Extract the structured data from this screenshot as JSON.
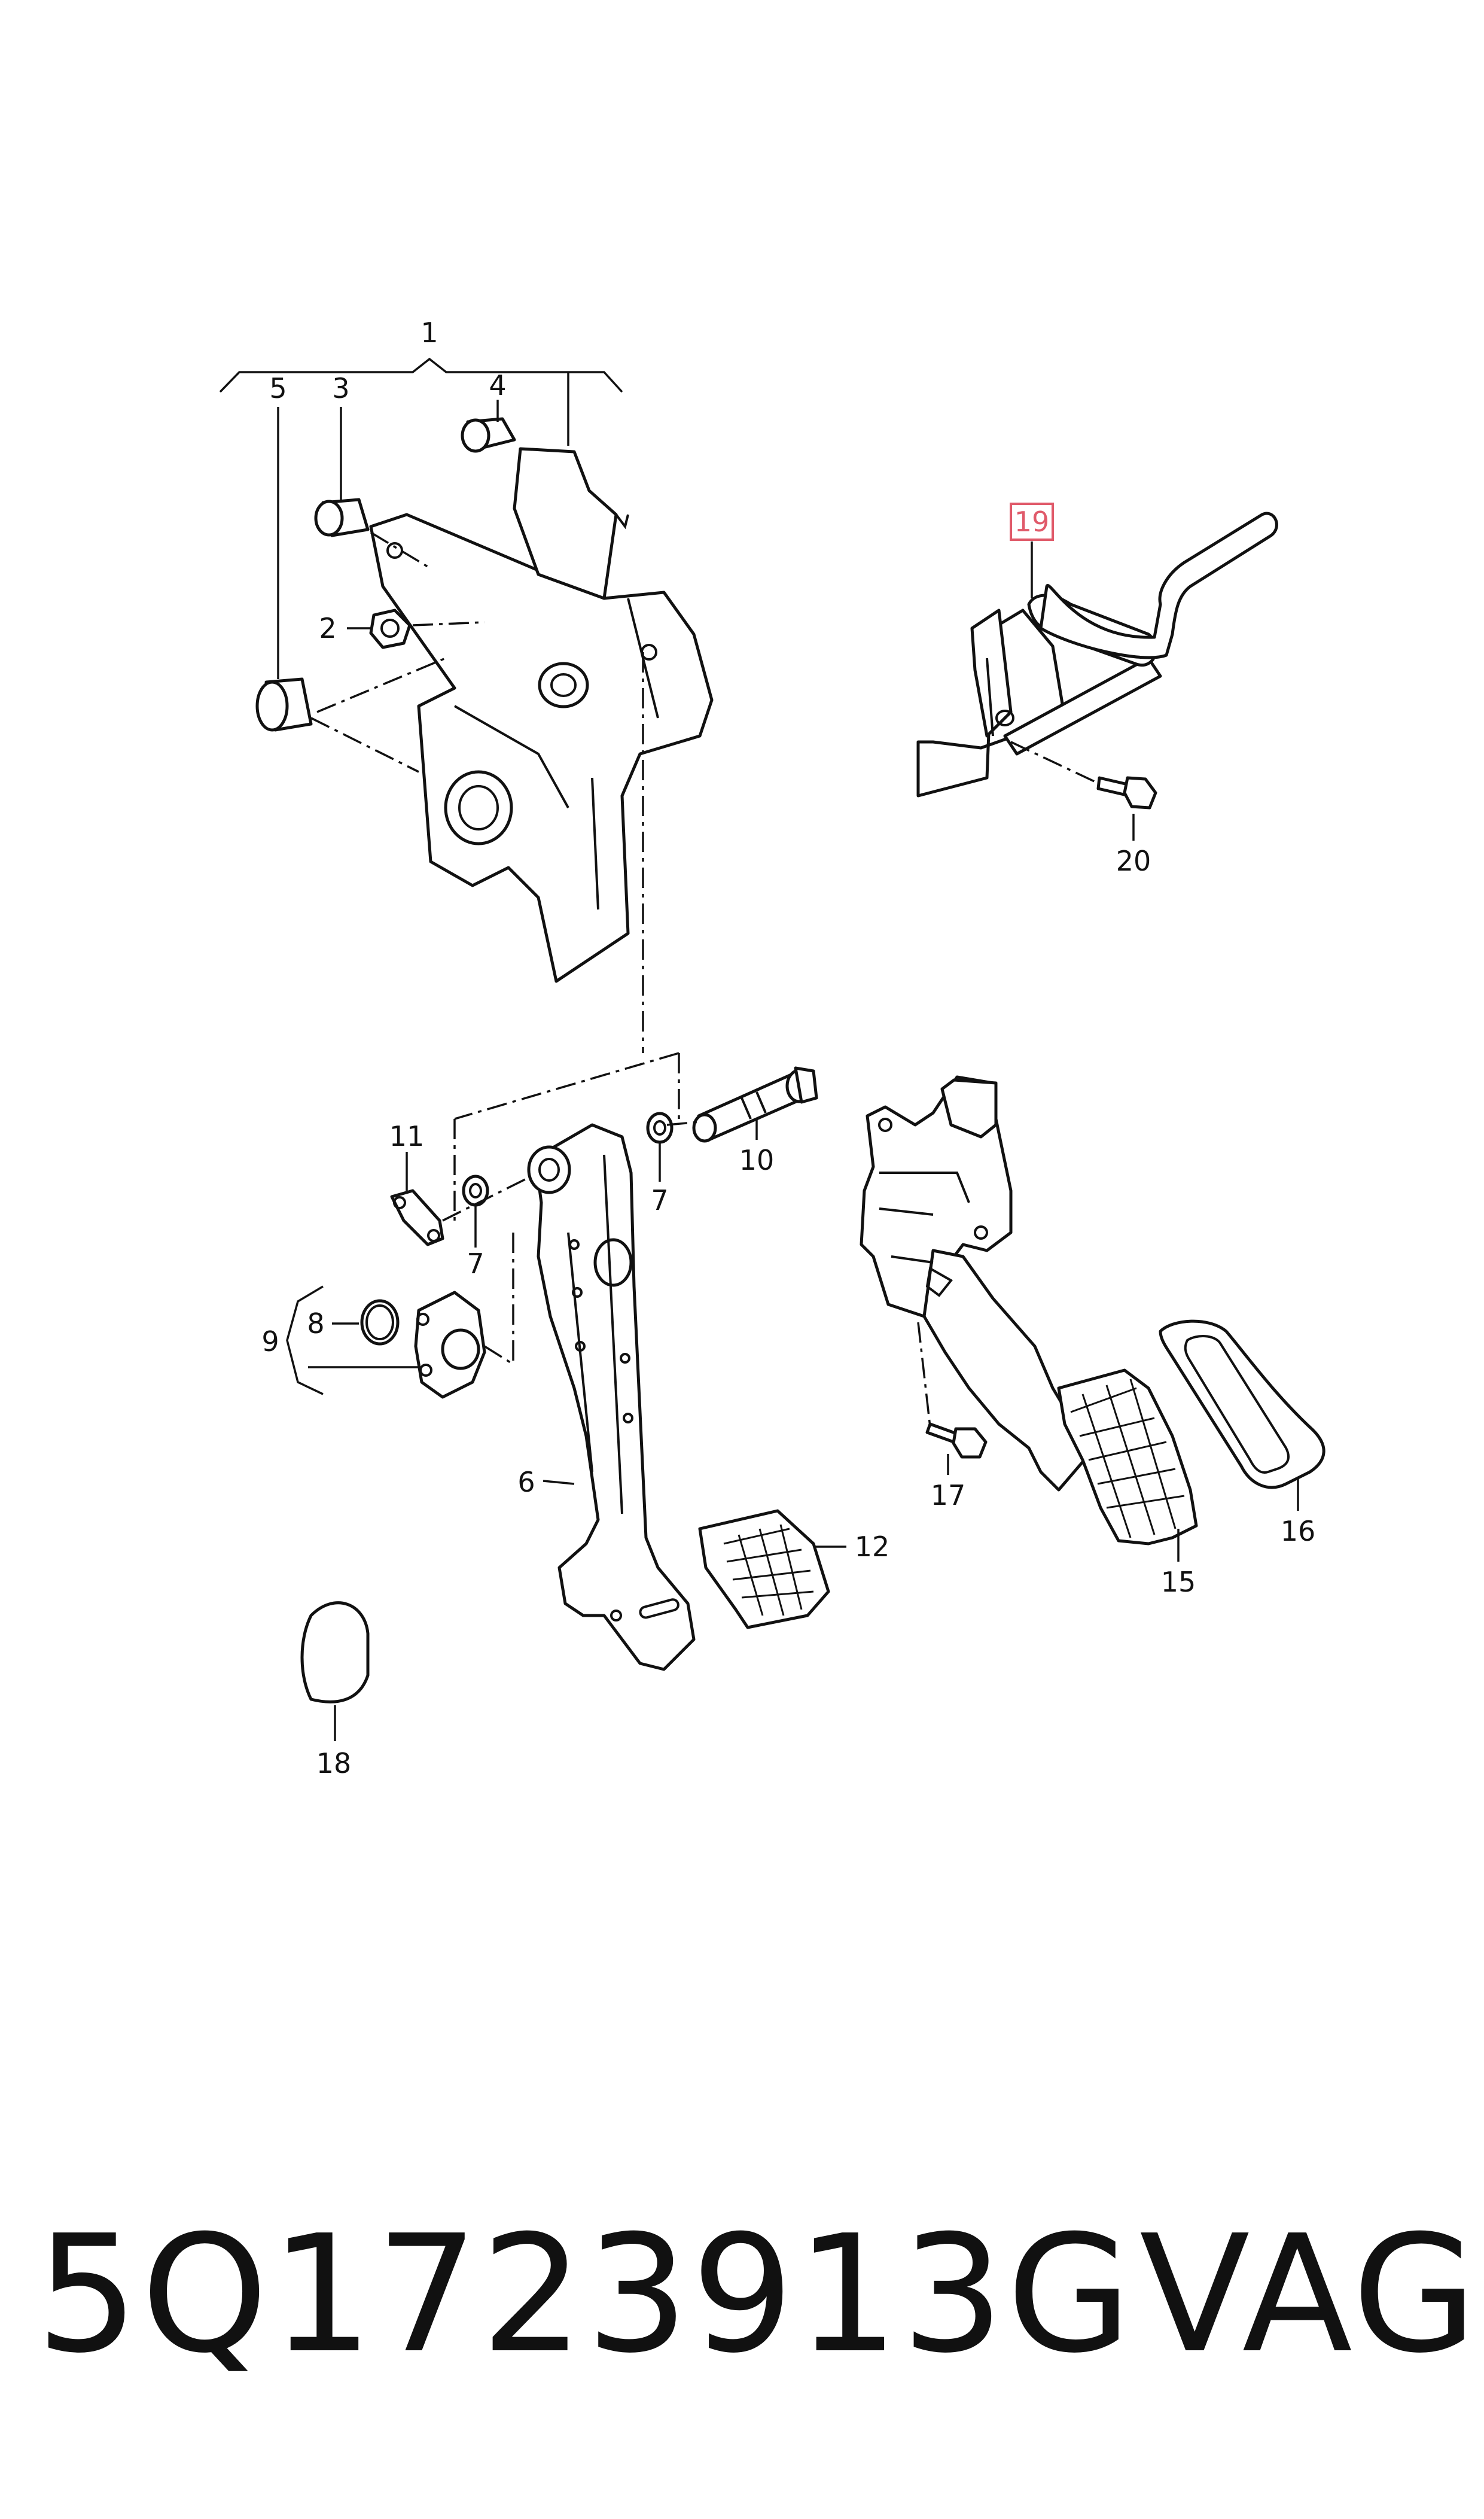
{
  "callouts": {
    "c1": "1",
    "c2": "2",
    "c3": "3",
    "c4": "4",
    "c5": "5",
    "c6": "6",
    "c7a": "7",
    "c7b": "7",
    "c8": "8",
    "c9": "9",
    "c10": "10",
    "c11": "11",
    "c12": "12",
    "c15": "15",
    "c16": "16",
    "c17": "17",
    "c18": "18",
    "c19": "19",
    "c20": "20"
  },
  "highlight_color": "#e05a6a",
  "footer": {
    "part_number": "5Q1723913G",
    "brand": "VAG"
  }
}
